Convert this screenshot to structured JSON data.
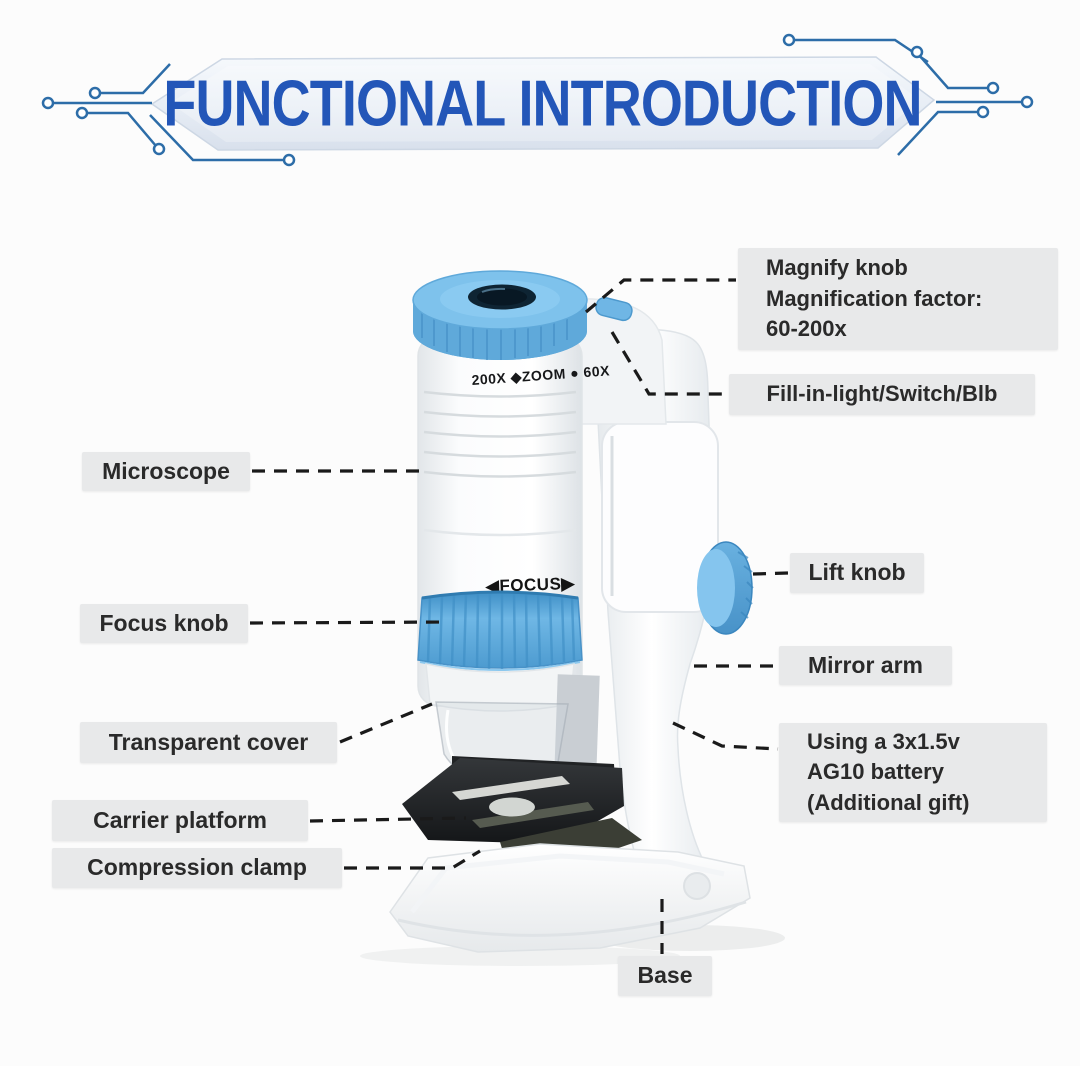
{
  "banner": {
    "title": "FUNCTIONAL INTRODUCTION"
  },
  "labels": {
    "magnify_knob": "Magnify knob\nMagnification factor:\n60-200x",
    "fill_in_light": "Fill-in-light/Switch/Blb",
    "microscope": "Microscope",
    "focus_knob": "Focus knob",
    "transparent_cover": "Transparent cover",
    "carrier_platform": "Carrier platform",
    "compression_clamp": "Compression clamp",
    "lift_knob": "Lift knob",
    "mirror_arm": "Mirror arm",
    "battery": "Using a 3x1.5v\nAG10 battery\n(Additional gift)",
    "base": "Base"
  },
  "device_markings": {
    "zoom_scale": "200X ◆ZOOM ● 60X",
    "focus": "◀FOCUS▶"
  },
  "colors": {
    "title_blue": "#2356b8",
    "circuit_blue": "#2d6da8",
    "knob_blue": "#6fb7e5",
    "label_bg": "#e8e9ea",
    "label_text": "#2a2a2a",
    "leader_line": "#1a1a1a"
  }
}
